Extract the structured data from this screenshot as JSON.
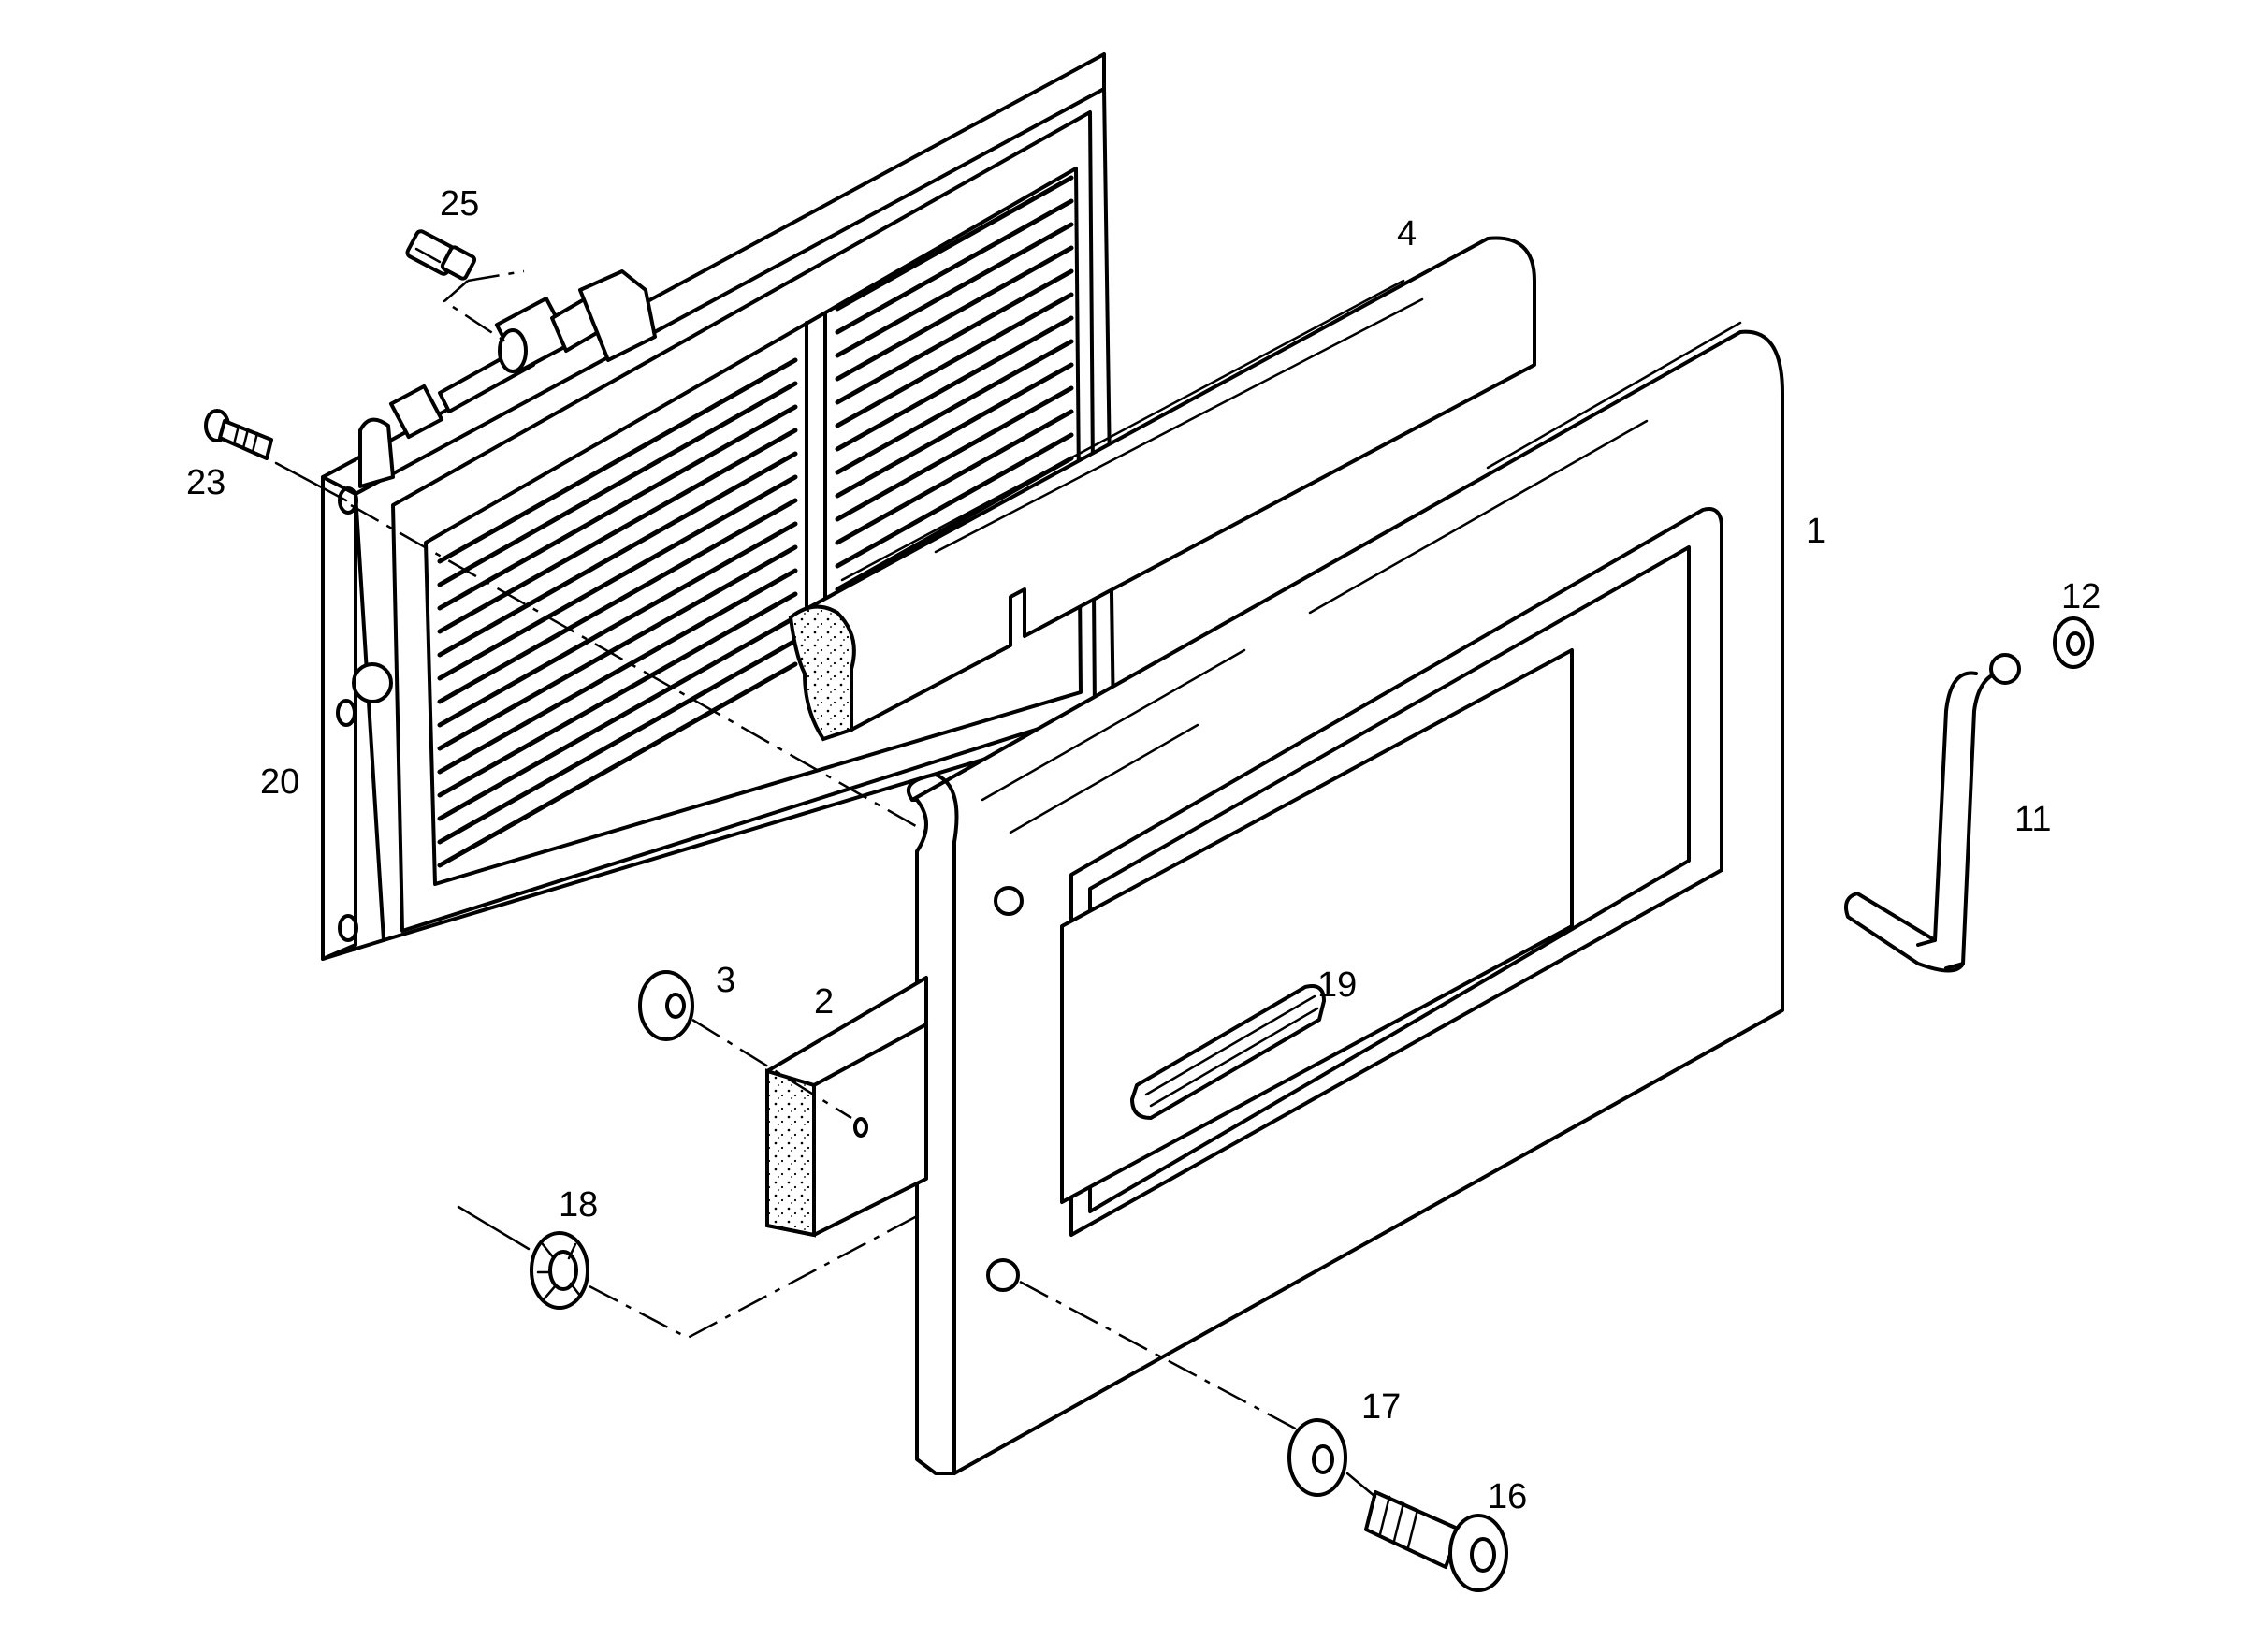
{
  "callouts": {
    "c1": "1",
    "c2": "2",
    "c3": "3",
    "c4": "4",
    "c11": "11",
    "c12": "12",
    "c16": "16",
    "c17": "17",
    "c18": "18",
    "c19": "19",
    "c20": "20",
    "c23": "23",
    "c25": "25"
  }
}
